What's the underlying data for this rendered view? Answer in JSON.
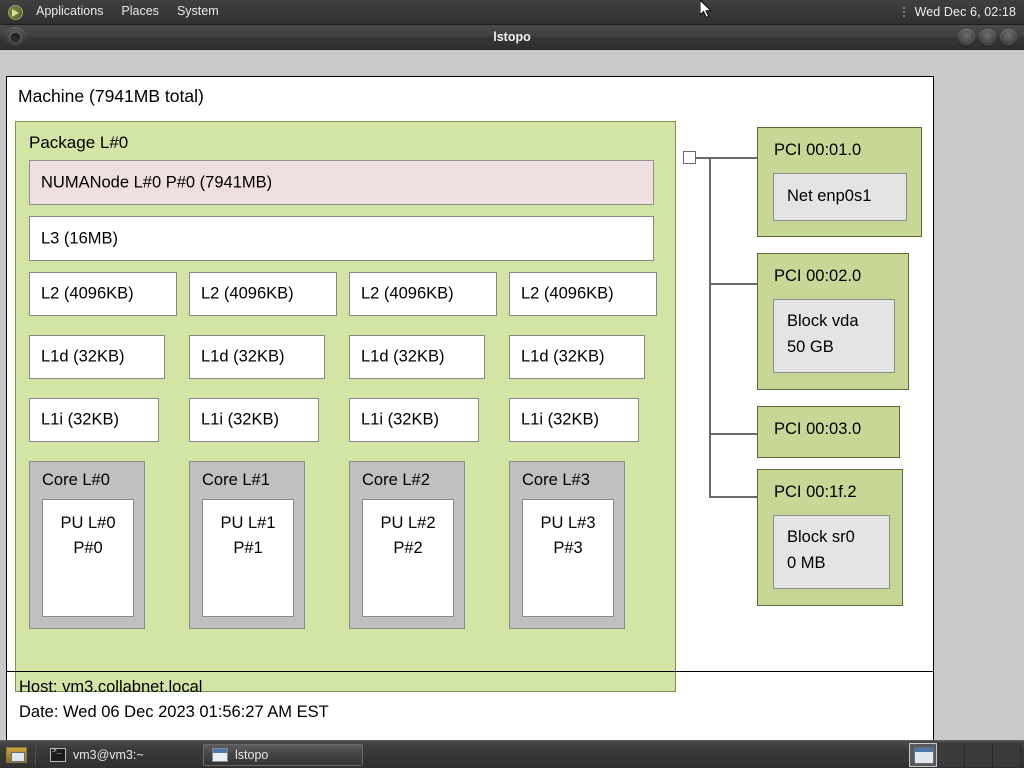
{
  "top_panel": {
    "logo_icon": "gnome-foot-icon",
    "menus": [
      "Applications",
      "Places",
      "System"
    ],
    "clock": "Wed Dec  6, 02:18",
    "grip_icon": "panel-grip-icon"
  },
  "window": {
    "title": "lstopo",
    "icon": "window-menu-icon",
    "buttons": [
      {
        "name": "minimize-button",
        "icon": "minimize-icon"
      },
      {
        "name": "maximize-button",
        "icon": "maximize-icon"
      },
      {
        "name": "close-button",
        "icon": "close-icon"
      }
    ]
  },
  "topology": {
    "machine_label": "Machine (7941MB total)",
    "package_label": "Package L#0",
    "numanode_label": "NUMANode L#0 P#0 (7941MB)",
    "l3_label": "L3 (16MB)",
    "l2_caches": [
      {
        "label": "L2 (4096KB)"
      },
      {
        "label": "L2 (4096KB)"
      },
      {
        "label": "L2 (4096KB)"
      },
      {
        "label": "L2 (4096KB)"
      }
    ],
    "l1d_caches": [
      {
        "label": "L1d (32KB)"
      },
      {
        "label": "L1d (32KB)"
      },
      {
        "label": "L1d (32KB)"
      },
      {
        "label": "L1d (32KB)"
      }
    ],
    "l1i_caches": [
      {
        "label": "L1i (32KB)"
      },
      {
        "label": "L1i (32KB)"
      },
      {
        "label": "L1i (32KB)"
      },
      {
        "label": "L1i (32KB)"
      }
    ],
    "cores": [
      {
        "label": "Core L#0",
        "pu_line1": "PU L#0",
        "pu_line2": "P#0"
      },
      {
        "label": "Core L#1",
        "pu_line1": "PU L#1",
        "pu_line2": "P#1"
      },
      {
        "label": "Core L#2",
        "pu_line1": "PU L#2",
        "pu_line2": "P#2"
      },
      {
        "label": "Core L#3",
        "pu_line1": "PU L#3",
        "pu_line2": "P#3"
      }
    ],
    "pci_devices": [
      {
        "label": "PCI 00:01.0",
        "dev_line1": "Net enp0s1",
        "dev_line2": ""
      },
      {
        "label": "PCI 00:02.0",
        "dev_line1": "Block vda",
        "dev_line2": "50 GB"
      },
      {
        "label": "PCI 00:03.0",
        "dev_line1": "",
        "dev_line2": ""
      },
      {
        "label": "PCI 00:1f.2",
        "dev_line1": "Block sr0",
        "dev_line2": "0 MB"
      }
    ],
    "footer": {
      "host": "Host: vm3.collabnet.local",
      "date": "Date: Wed 06 Dec 2023 01:56:27 AM EST"
    },
    "colors": {
      "package": "#d3e5a5",
      "numanode": "#efdfdf",
      "cache": "#ffffff",
      "core": "#c0c0c0",
      "pci": "#c7d795",
      "device": "#e4e4e4"
    }
  },
  "taskbar": {
    "show_desktop_icon": "show-desktop-icon",
    "tasks": [
      {
        "label": "vm3@vm3:~",
        "icon": "terminal-icon",
        "active": false
      },
      {
        "label": "lstopo",
        "icon": "window-icon",
        "active": true
      }
    ],
    "workspaces": [
      {
        "name": "workspace-1",
        "active": true
      },
      {
        "name": "workspace-2",
        "active": false
      },
      {
        "name": "workspace-3",
        "active": false
      },
      {
        "name": "workspace-4",
        "active": false
      }
    ]
  }
}
